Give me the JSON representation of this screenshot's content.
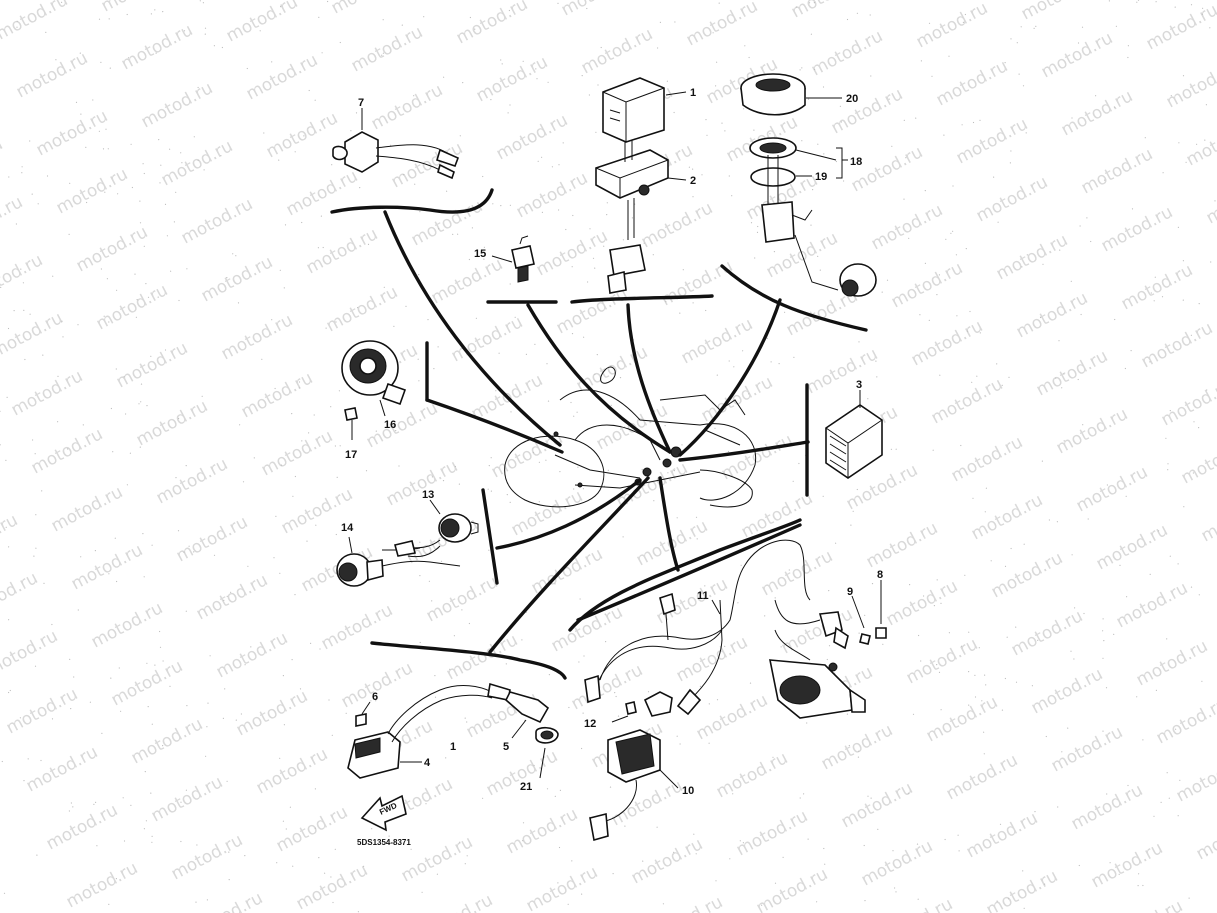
{
  "watermark": {
    "text": "motod.ru"
  },
  "drawing_code": "5DS1354-8371",
  "fwd_label": "FWD",
  "callouts": [
    "1",
    "2",
    "20",
    "18",
    "19",
    "7",
    "15",
    "3",
    "16",
    "17",
    "13",
    "14",
    "11",
    "9",
    "8",
    "6",
    "1",
    "5",
    "4",
    "21",
    "12",
    "10"
  ],
  "colors": {
    "ink": "#111111",
    "watermark": "#d9d9d9",
    "paper": "#ffffff"
  }
}
